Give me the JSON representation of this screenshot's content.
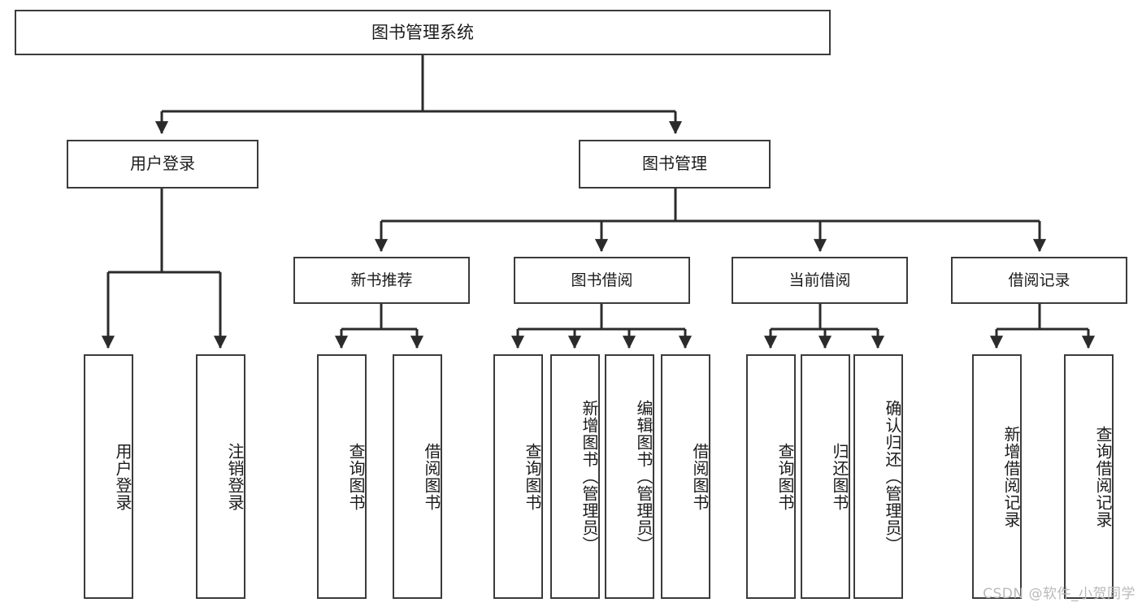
{
  "diagram": {
    "type": "tree-hierarchy",
    "title": "图书管理系统",
    "watermark": "CSDN @软件_小贺同学",
    "colors": {
      "box_border": "#3b3b3b",
      "box_fill": "#ffffff",
      "connector": "#2b2b2b",
      "text": "#1b1b1b",
      "watermark": "#b9b9b9",
      "background": "#ffffff"
    },
    "nodes": {
      "root": {
        "label": "图书管理系统"
      },
      "level2": [
        {
          "id": "user-login",
          "label": "用户登录"
        },
        {
          "id": "book-management",
          "label": "图书管理"
        }
      ],
      "level3": [
        {
          "id": "new-book-recommend",
          "label": "新书推荐"
        },
        {
          "id": "book-borrow",
          "label": "图书借阅"
        },
        {
          "id": "current-borrow",
          "label": "当前借阅"
        },
        {
          "id": "borrow-record",
          "label": "借阅记录"
        }
      ],
      "leaves": {
        "user_login": [
          {
            "id": "leaf-user-login",
            "label": "用户登录"
          },
          {
            "id": "leaf-logout-login",
            "label": "注销登录"
          }
        ],
        "new_book_recommend": [
          {
            "id": "leaf-query-book-1",
            "label": "查询图书"
          },
          {
            "id": "leaf-borrow-book-1",
            "label": "借阅图书"
          }
        ],
        "book_borrow": [
          {
            "id": "leaf-query-book-2",
            "label": "查询图书"
          },
          {
            "id": "leaf-add-book",
            "label": "新增图书（管理员）"
          },
          {
            "id": "leaf-edit-book",
            "label": "编辑图书（管理员）"
          },
          {
            "id": "leaf-borrow-book-2",
            "label": "借阅图书"
          }
        ],
        "current_borrow": [
          {
            "id": "leaf-query-book-3",
            "label": "查询图书"
          },
          {
            "id": "leaf-return-book",
            "label": "归还图书"
          },
          {
            "id": "leaf-confirm-return",
            "label": "确认归还（管理员）"
          }
        ],
        "borrow_record": [
          {
            "id": "leaf-add-record",
            "label": "新增借阅记录"
          },
          {
            "id": "leaf-query-record",
            "label": "查询借阅记录"
          }
        ]
      }
    }
  }
}
